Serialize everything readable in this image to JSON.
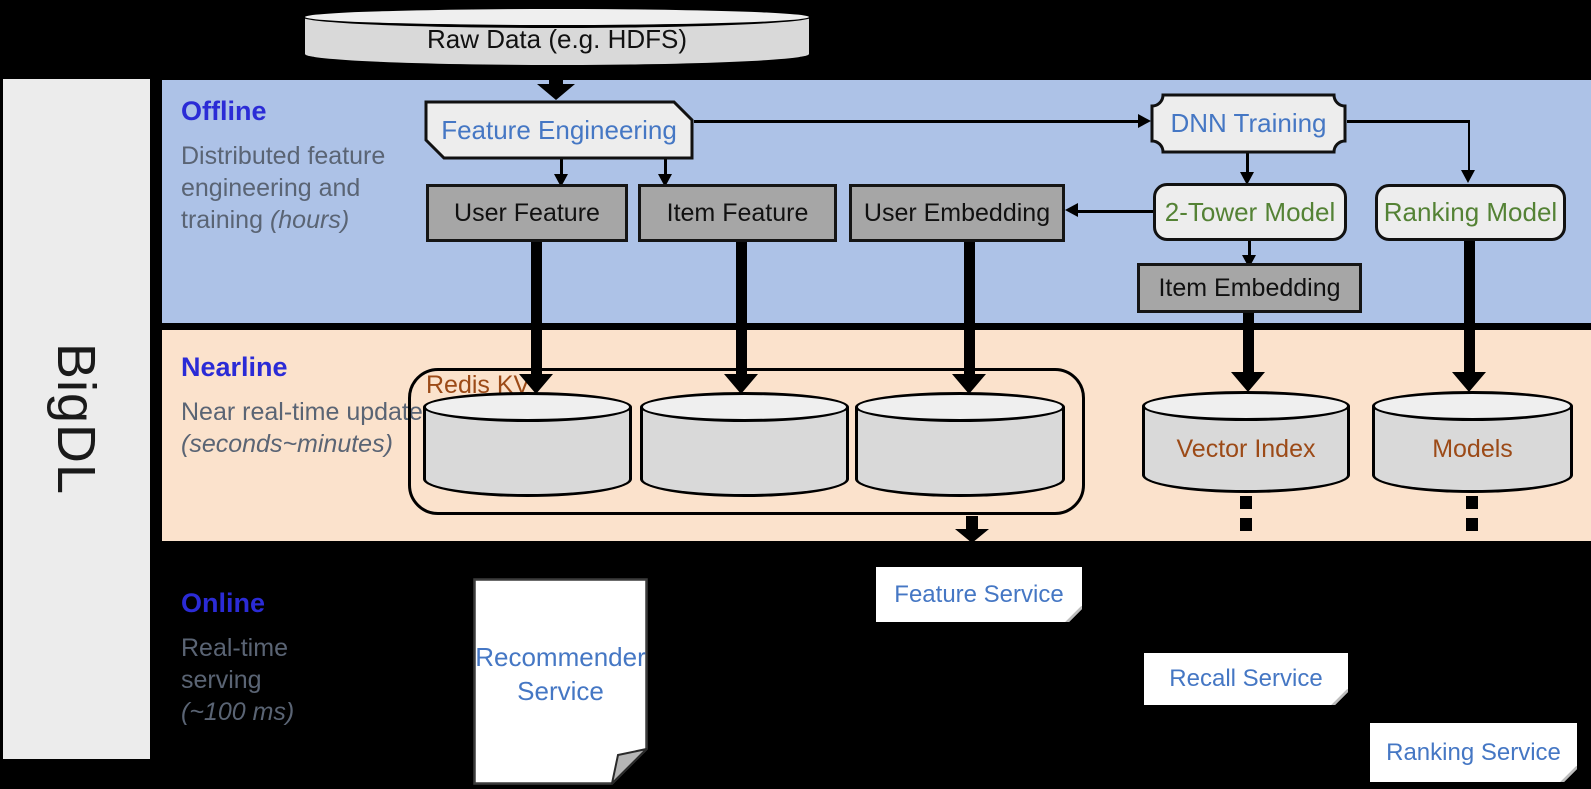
{
  "brand": {
    "label": "BigDL"
  },
  "source": {
    "label": "Raw Data (e.g. HDFS)"
  },
  "layers": {
    "offline": {
      "title": "Offline",
      "desc": "Distributed feature engineering and training ",
      "desc_em": "(hours)"
    },
    "nearline": {
      "title": "Nearline",
      "desc": "Near real-time update ",
      "desc_em": "(seconds~minutes)"
    },
    "online": {
      "title": "Online",
      "desc": "Real-time serving ",
      "desc_em": "(~100 ms)"
    }
  },
  "offline_nodes": {
    "feature_engineering": "Feature Engineering",
    "dnn_training": "DNN Training",
    "user_feature": "User Feature",
    "item_feature": "Item Feature",
    "user_embedding": "User Embedding",
    "two_tower_model": "2-Tower Model",
    "ranking_model": "Ranking Model",
    "item_embedding": "Item Embedding"
  },
  "nearline_nodes": {
    "redis_kv": "Redis KV",
    "vector_index": "Vector Index",
    "models": "Models"
  },
  "online_nodes": {
    "recommender_service": "Recommender Service",
    "feature_service": "Feature Service",
    "recall_service": "Recall Service",
    "ranking_service": "Ranking Service"
  },
  "colors": {
    "band_offline": "#adc2e7",
    "band_nearline": "#fbe2cc",
    "band_online": "#000000",
    "sidebar_gray": "#ececec",
    "heading_blue": "#2b2bd6",
    "subtext_gray": "#5a6474",
    "node_text_blue": "#4577c4",
    "node_text_green": "#548235",
    "store_text_brown": "#9c4a17",
    "node_gray_fill": "#a6a6a6",
    "node_light_fill": "#ededed",
    "cylinder_fill": "#d9d9d9"
  }
}
